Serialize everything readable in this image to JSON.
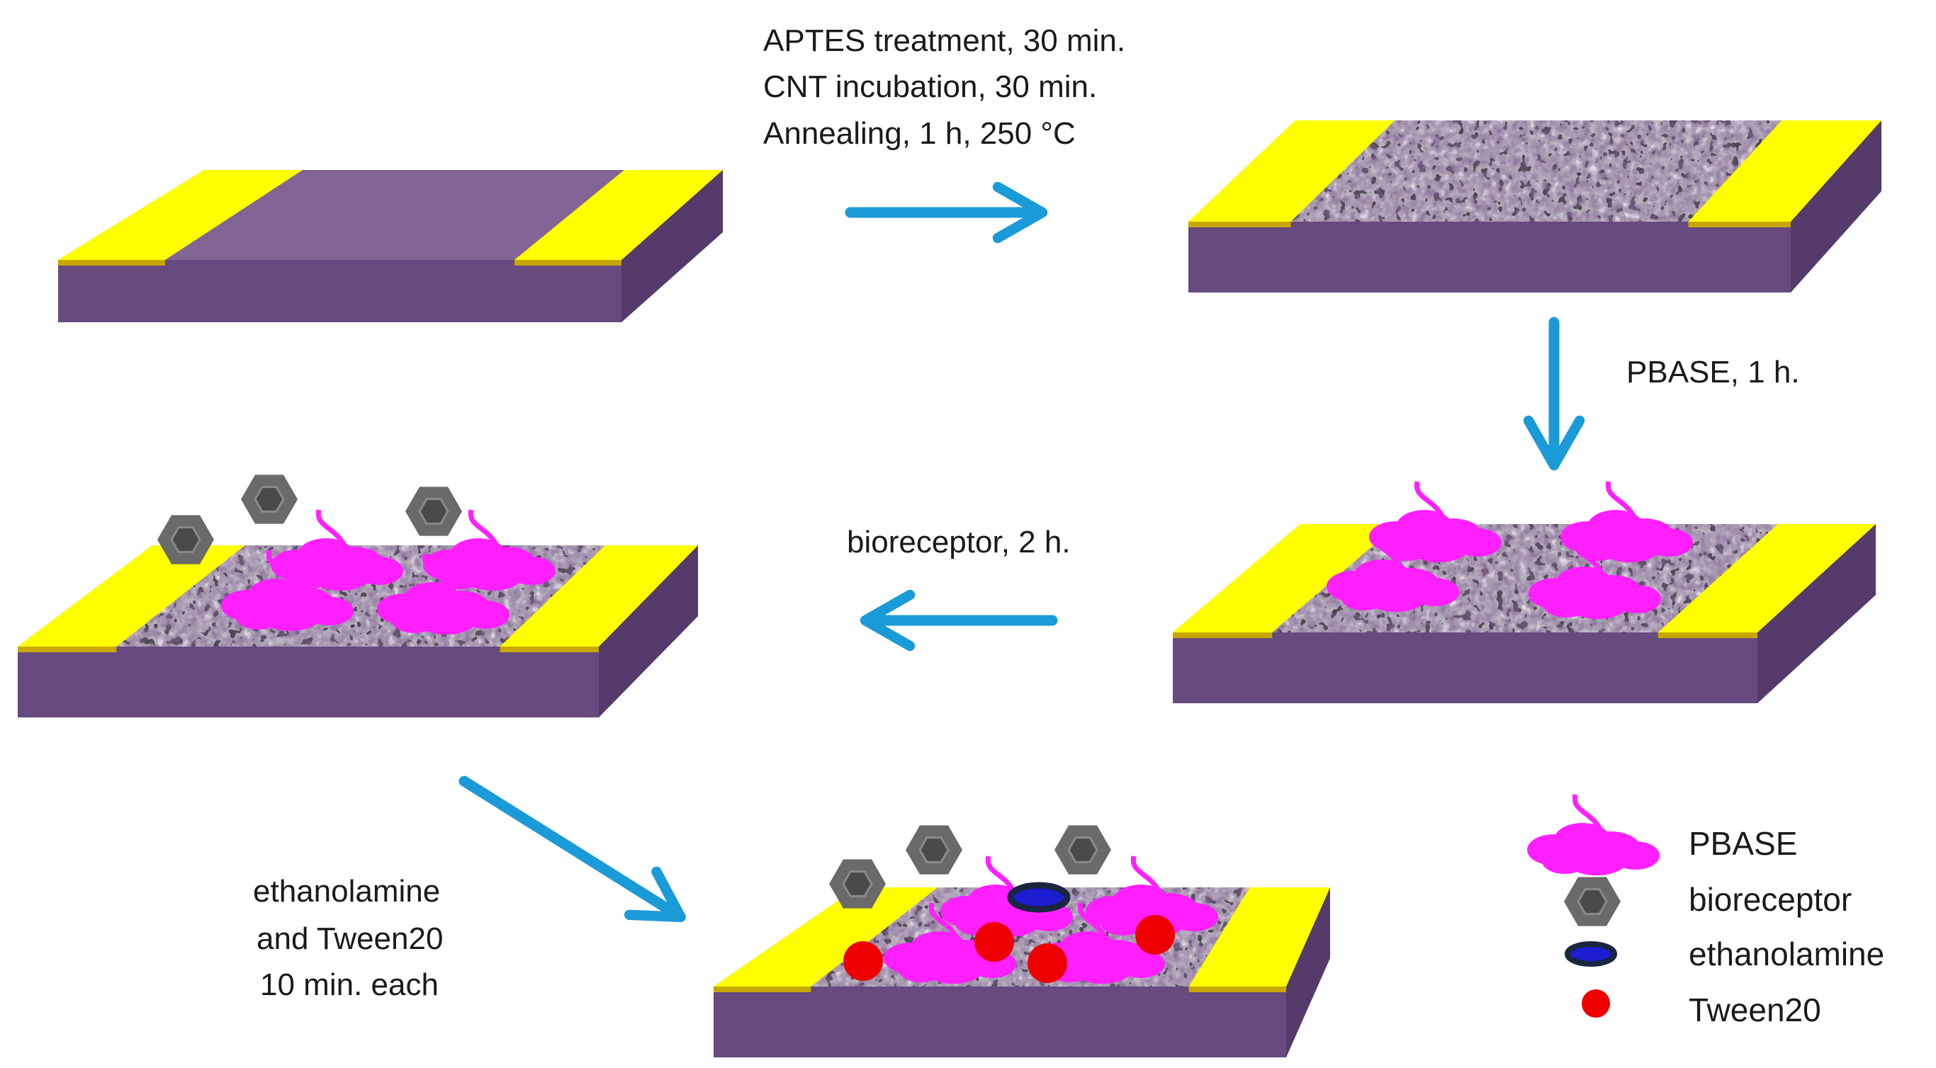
{
  "steps": {
    "step1": {
      "lines": [
        "APTES treatment, 30 min.",
        "CNT incubation, 30 min.",
        "Annealing, 1 h, 250 °C"
      ]
    },
    "step2": {
      "label": "PBASE, 1 h."
    },
    "step3": {
      "label": "bioreceptor, 2 h."
    },
    "step4": {
      "lines": [
        "ethanolamine",
        "and Tween20",
        "10 min. each"
      ]
    }
  },
  "legend": {
    "items": [
      {
        "label": "PBASE",
        "icon": "pbase-icon"
      },
      {
        "label": "bioreceptor",
        "icon": "hexagon-icon"
      },
      {
        "label": "ethanolamine",
        "icon": "ellipse-icon"
      },
      {
        "label": "Tween20",
        "icon": "red-dot-icon"
      }
    ]
  },
  "colors": {
    "substrate_top": "#826595",
    "substrate_front": "#664a80",
    "substrate_side": "#553a6c",
    "electrode": "#ffff00",
    "electrode_side": "#c8a600",
    "arrow": "#1a9bd8",
    "pbase": "#ff1fff",
    "bioreceptor": "#6a6a6a",
    "ethanolamine_fill": "#1c1cd0",
    "ethanolamine_ring": "#1a2540",
    "tween20": "#ee0000"
  }
}
